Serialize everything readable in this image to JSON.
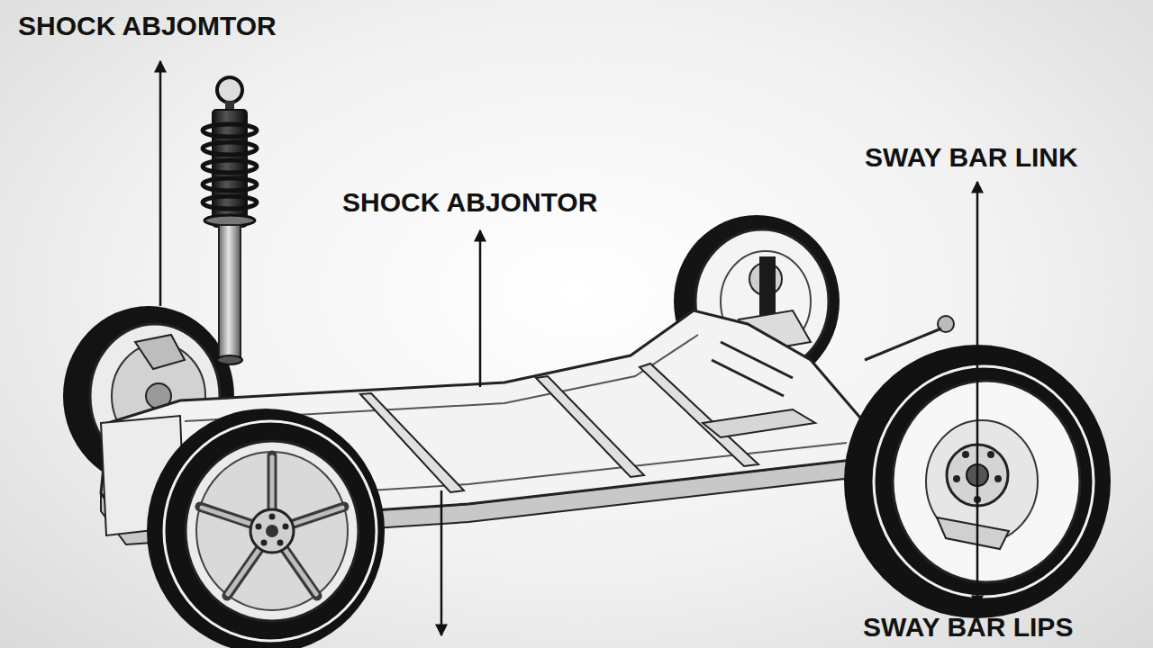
{
  "diagram": {
    "labels": [
      "SHOCK ABJOMTOR",
      "SHOCK ABJONTOR",
      "SWAY BAR LINK",
      "SWAY BAR LIPS"
    ]
  }
}
